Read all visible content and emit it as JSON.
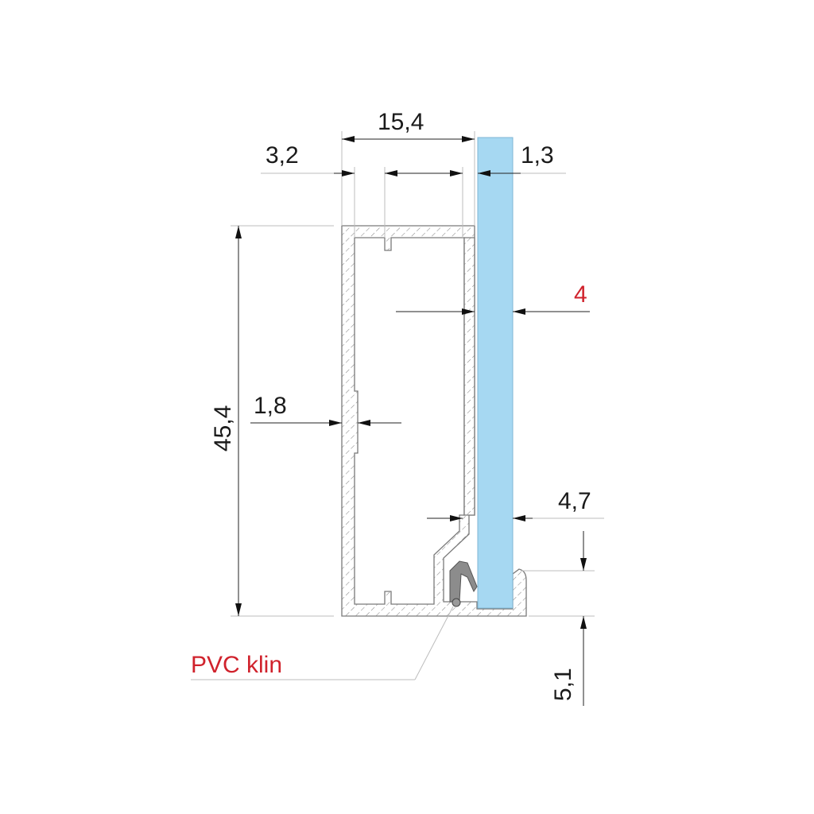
{
  "diagram": {
    "type": "technical cross-section drawing",
    "subject": "aluminium profile with glass panel and PVC wedge",
    "colors": {
      "glass": "#a6d8f2",
      "glass_edge": "#7fb6d4",
      "profile_outline": "#7a7a7a",
      "hatch": "#8a8a8a",
      "dimension_line": "#222222",
      "extension_line": "#bdbdbd",
      "pvc_wedge": "#8c8c8c",
      "accent_red": "#d0222c"
    },
    "dimensions": {
      "top_width": "15,4",
      "left_offset": "3,2",
      "glass_gap": "1,3",
      "glass_thickness": "4",
      "height": "45,4",
      "wall_thickness": "1,8",
      "lower_gap": "4,7",
      "bottom_lip": "5,1"
    },
    "labels": {
      "pvc": "PVC klin"
    }
  }
}
